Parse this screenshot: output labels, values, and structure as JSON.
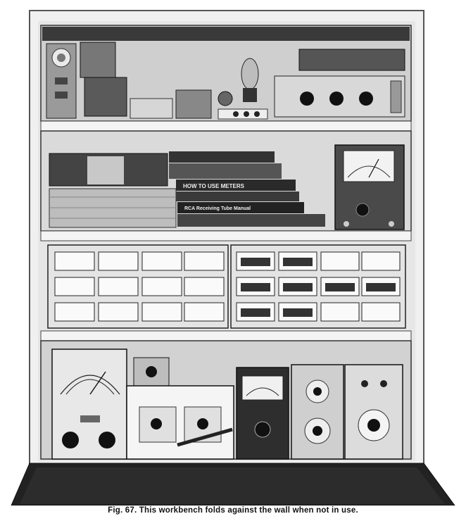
{
  "caption": "Fig. 67. This workbench folds against the wall when not in use.",
  "book_titles": [
    "RCA Receiving Tube Manual",
    "HOW TO USE METERS"
  ],
  "palette": {
    "paper": "#ffffff",
    "cabinet": "#f2f2f2",
    "shelf_back": "#d9d9d9",
    "dark": "#1a1a1a",
    "bench_top": "#222222"
  },
  "icons": [
    "meter-icon",
    "knob-icon",
    "drawer-icon",
    "vacuum-tube-icon"
  ]
}
